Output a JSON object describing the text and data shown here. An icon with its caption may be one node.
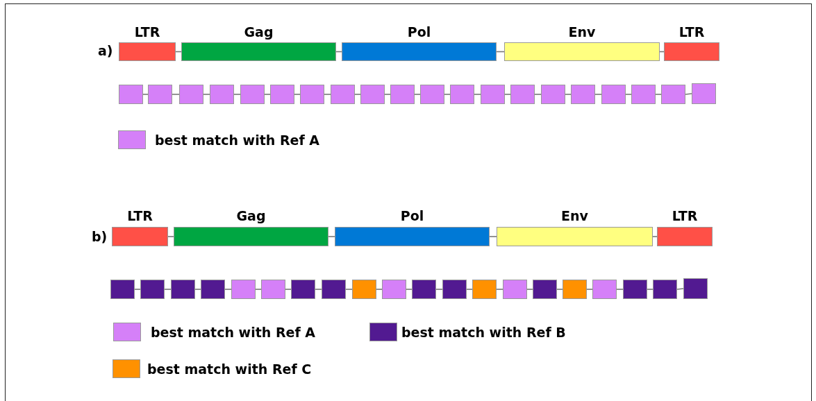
{
  "diagram": {
    "nodes": [
      {
        "text": [
          "LTR"
        ]
      },
      {
        "text": [
          "Gag"
        ]
      },
      {
        "text": [
          "Pol"
        ]
      },
      {
        "text": [
          "Env"
        ]
      },
      {
        "text": [
          "LTR"
        ]
      },
      {
        "text": [],
        "shape": "box"
      },
      {
        "text": [],
        "shape": "box"
      },
      {
        "text": [],
        "shape": "box"
      },
      {
        "text": [],
        "shape": "box"
      },
      {
        "text": [],
        "shape": "box"
      },
      {
        "text": [],
        "shape": "box"
      },
      {
        "text": [],
        "shape": "box"
      },
      {
        "text": [],
        "shape": "box"
      },
      {
        "text": [],
        "shape": "box"
      },
      {
        "text": [],
        "shape": "box"
      },
      {
        "text": [],
        "shape": "box"
      },
      {
        "text": [],
        "shape": "box"
      },
      {
        "text": [],
        "shape": "box"
      },
      {
        "text": [],
        "shape": "box"
      },
      {
        "text": [],
        "shape": "box"
      },
      {
        "text": [],
        "shape": "box"
      },
      {
        "text": [],
        "shape": "box"
      },
      {
        "text": [],
        "shape": "box"
      },
      {
        "text": [],
        "shape": "box"
      },
      {
        "text": [],
        "shape": "box"
      },
      {
        "text": [
          "LTR"
        ]
      },
      {
        "text": [
          "Gag"
        ]
      },
      {
        "text": [
          "Pol"
        ]
      },
      {
        "text": [
          "Env"
        ]
      },
      {
        "text": [
          "LTR"
        ]
      },
      {
        "text": [],
        "shape": "box"
      },
      {
        "text": [],
        "shape": "box"
      },
      {
        "text": [],
        "shape": "box"
      },
      {
        "text": [],
        "shape": "box"
      },
      {
        "text": [],
        "shape": "box"
      },
      {
        "text": [],
        "shape": "box"
      },
      {
        "text": [],
        "shape": "box"
      },
      {
        "text": [],
        "shape": "box"
      },
      {
        "text": [],
        "shape": "box"
      },
      {
        "text": [],
        "shape": "box"
      },
      {
        "text": [],
        "shape": "box"
      },
      {
        "text": [],
        "shape": "box"
      },
      {
        "text": [],
        "shape": "box"
      },
      {
        "text": [],
        "shape": "box"
      },
      {
        "text": [],
        "shape": "box"
      },
      {
        "text": [],
        "shape": "box"
      },
      {
        "text": [],
        "shape": "box"
      },
      {
        "text": [],
        "shape": "box"
      },
      {
        "text": [],
        "shape": "box"
      },
      {
        "text": [],
        "shape": "box"
      }
    ],
    "edges": [
      {
        "from": 0,
        "to": 1,
        "arrow": "none"
      },
      {
        "from": 1,
        "to": 2,
        "arrow": "none"
      },
      {
        "from": 2,
        "to": 3,
        "arrow": "none"
      },
      {
        "from": 3,
        "to": 4,
        "arrow": "none"
      },
      {
        "from": 5,
        "to": 6,
        "arrow": "none"
      },
      {
        "from": 6,
        "to": 7,
        "arrow": "none"
      },
      {
        "from": 7,
        "to": 8,
        "arrow": "none"
      },
      {
        "from": 8,
        "to": 9,
        "arrow": "none"
      },
      {
        "from": 9,
        "to": 10,
        "arrow": "none"
      },
      {
        "from": 10,
        "to": 11,
        "arrow": "none"
      },
      {
        "from": 11,
        "to": 12,
        "arrow": "none"
      },
      {
        "from": 12,
        "to": 13,
        "arrow": "none"
      },
      {
        "from": 13,
        "to": 14,
        "arrow": "none"
      },
      {
        "from": 14,
        "to": 15,
        "arrow": "none"
      },
      {
        "from": 15,
        "to": 16,
        "arrow": "none"
      },
      {
        "from": 16,
        "to": 17,
        "arrow": "none"
      },
      {
        "from": 17,
        "to": 18,
        "arrow": "none"
      },
      {
        "from": 18,
        "to": 19,
        "arrow": "none"
      },
      {
        "from": 19,
        "to": 20,
        "arrow": "none"
      },
      {
        "from": 20,
        "to": 21,
        "arrow": "none"
      },
      {
        "from": 21,
        "to": 22,
        "arrow": "none"
      },
      {
        "from": 22,
        "to": 23,
        "arrow": "none"
      },
      {
        "from": 23,
        "to": 24,
        "arrow": "none"
      },
      {
        "from": 25,
        "to": 26,
        "arrow": "none"
      },
      {
        "from": 26,
        "to": 27,
        "arrow": "none"
      },
      {
        "from": 27,
        "to": 28,
        "arrow": "none"
      },
      {
        "from": 28,
        "to": 29,
        "arrow": "none"
      },
      {
        "from": 30,
        "to": 31,
        "arrow": "none"
      },
      {
        "from": 31,
        "to": 32,
        "arrow": "none"
      },
      {
        "from": 32,
        "to": 33,
        "arrow": "none"
      },
      {
        "from": 33,
        "to": 34,
        "arrow": "none"
      },
      {
        "from": 34,
        "to": 35,
        "arrow": "none"
      },
      {
        "from": 35,
        "to": 36,
        "arrow": "none"
      },
      {
        "from": 36,
        "to": 37,
        "arrow": "none"
      },
      {
        "from": 37,
        "to": 38,
        "arrow": "none"
      },
      {
        "from": 38,
        "to": 39,
        "arrow": "none"
      },
      {
        "from": 39,
        "to": 40,
        "arrow": "none"
      },
      {
        "from": 40,
        "to": 41,
        "arrow": "none"
      },
      {
        "from": 41,
        "to": 42,
        "arrow": "none"
      },
      {
        "from": 42,
        "to": 43,
        "arrow": "none"
      },
      {
        "from": 43,
        "to": 44,
        "arrow": "none"
      },
      {
        "from": 44,
        "to": 45,
        "arrow": "none"
      },
      {
        "from": 45,
        "to": 46,
        "arrow": "none"
      },
      {
        "from": 46,
        "to": 47,
        "arrow": "none"
      },
      {
        "from": 47,
        "to": 48,
        "arrow": "none"
      },
      {
        "from": 48,
        "to": 49,
        "arrow": "none"
      }
    ],
    "labels": [
      "a)",
      "b)"
    ],
    "legend": [
      {
        "text": "best match with Ref A",
        "color": "#d580f8"
      },
      {
        "text": "best match with Ref A",
        "color": "#d580f8"
      },
      {
        "text": "best match with Ref B",
        "color": "#521a91"
      },
      {
        "text": "best match with Ref C",
        "color": "#ff9100"
      }
    ]
  }
}
